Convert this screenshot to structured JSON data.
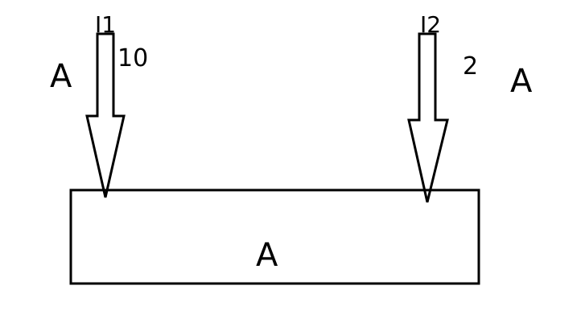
{
  "diagram": {
    "box_label": "A",
    "arrows": [
      {
        "top_label": "I1",
        "value": "10",
        "side_label": "A"
      },
      {
        "top_label": "I2",
        "value": "2",
        "side_label": "A"
      }
    ]
  }
}
